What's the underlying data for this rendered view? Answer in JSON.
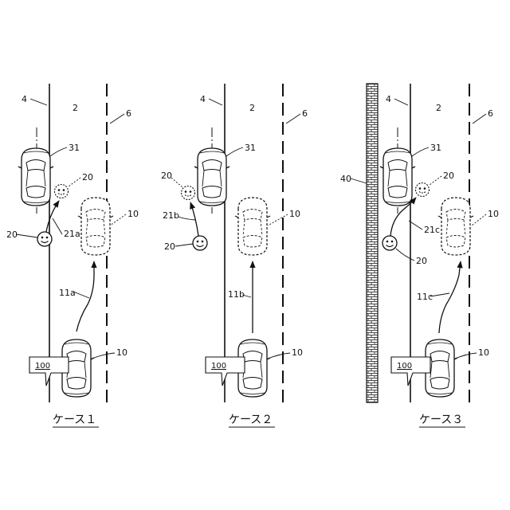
{
  "diagram": {
    "panels": [
      {
        "caption": "ケース１",
        "labels": {
          "lane_line": "4",
          "road": "2",
          "dashed_line": "6",
          "other_vehicle": "31",
          "pedestrian_future": "20",
          "own_vehicle_future": "10",
          "pedestrian": "20",
          "pedestrian_path": "21a",
          "own_path": "11a",
          "own_vehicle": "10",
          "device": "100"
        }
      },
      {
        "caption": "ケース２",
        "labels": {
          "lane_line": "4",
          "road": "2",
          "dashed_line": "6",
          "other_vehicle": "31",
          "pedestrian_future": "20",
          "own_vehicle_future": "10",
          "pedestrian": "20",
          "pedestrian_path": "21b",
          "own_path": "11b",
          "own_vehicle": "10",
          "device": "100"
        }
      },
      {
        "caption": "ケース３",
        "labels": {
          "lane_line": "4",
          "road": "2",
          "dashed_line": "6",
          "other_vehicle": "31",
          "pedestrian_future": "20",
          "own_vehicle_future": "10",
          "pedestrian": "20",
          "pedestrian_path": "21c",
          "own_path": "11c",
          "own_vehicle": "10",
          "device": "100",
          "wall": "40"
        }
      }
    ]
  }
}
